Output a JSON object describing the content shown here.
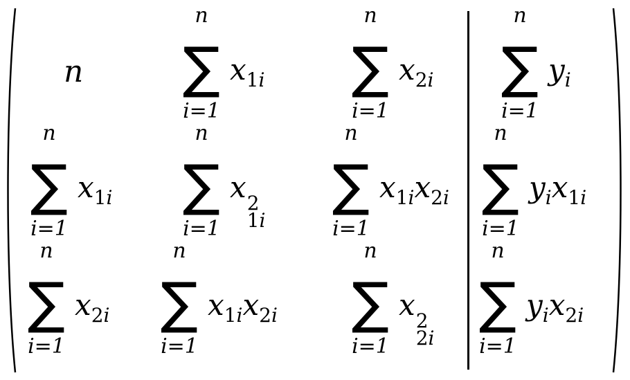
{
  "matrix": {
    "sum_upper": "n",
    "sum_lower": "i=1",
    "var_x": "x",
    "var_y": "y",
    "idx_i": "i",
    "one": "1",
    "two": "2",
    "sq": "2",
    "n_cell": "n"
  }
}
